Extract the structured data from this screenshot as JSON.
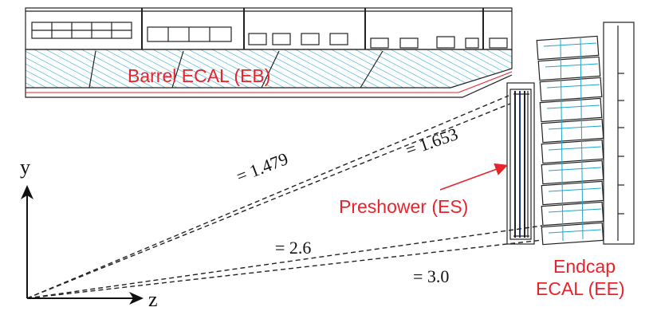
{
  "labels": {
    "barrel": "Barrel ECAL (EB)",
    "preshower": "Preshower (ES)",
    "endcap_line1": "Endcap",
    "endcap_line2": "ECAL (EE)",
    "axis_y": "y",
    "axis_z": "z"
  },
  "eta_lines": [
    {
      "label": "= 1.479"
    },
    {
      "label": "= 1.653"
    },
    {
      "label": "= 2.6"
    },
    {
      "label": "= 3.0"
    }
  ],
  "colors": {
    "label_red": "#e8232b",
    "crystal_cyan": "#1aa6cf",
    "line": "#222222"
  }
}
